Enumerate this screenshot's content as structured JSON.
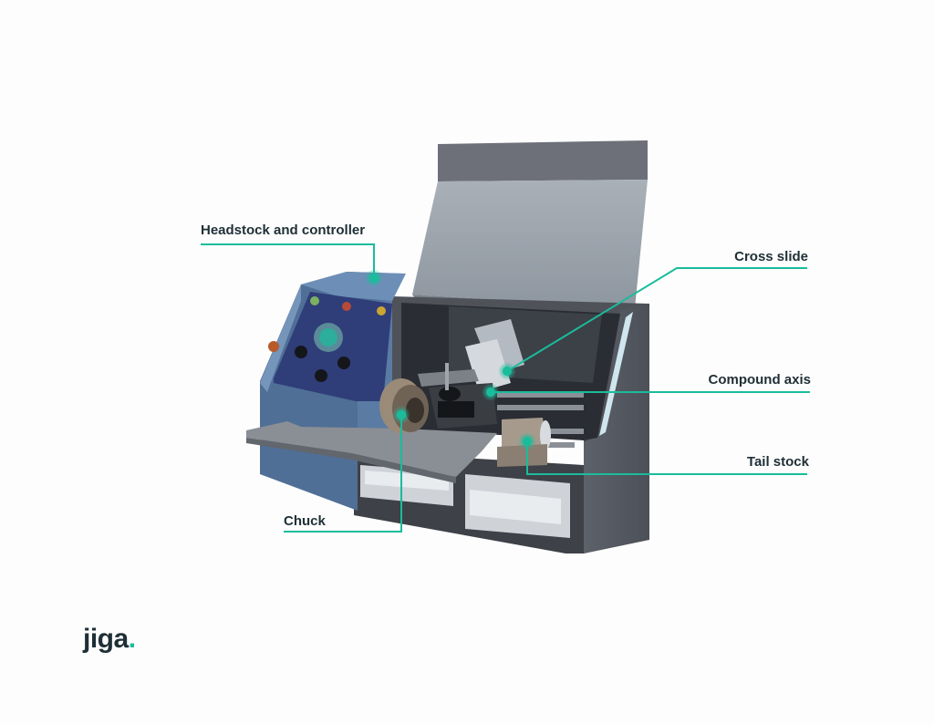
{
  "labels": {
    "headstock": "Headstock and controller",
    "cross_slide": "Cross slide",
    "compound_axis": "Compound axis",
    "tail_stock": "Tail stock",
    "chuck": "Chuck"
  },
  "brand": {
    "name": "jiga",
    "dot": "."
  },
  "colors": {
    "accent": "#1abc9c",
    "text": "#1f2f36",
    "machine_blue": "#4f6f96",
    "machine_gray": "#5d6169",
    "panel": "#2f3d79"
  }
}
